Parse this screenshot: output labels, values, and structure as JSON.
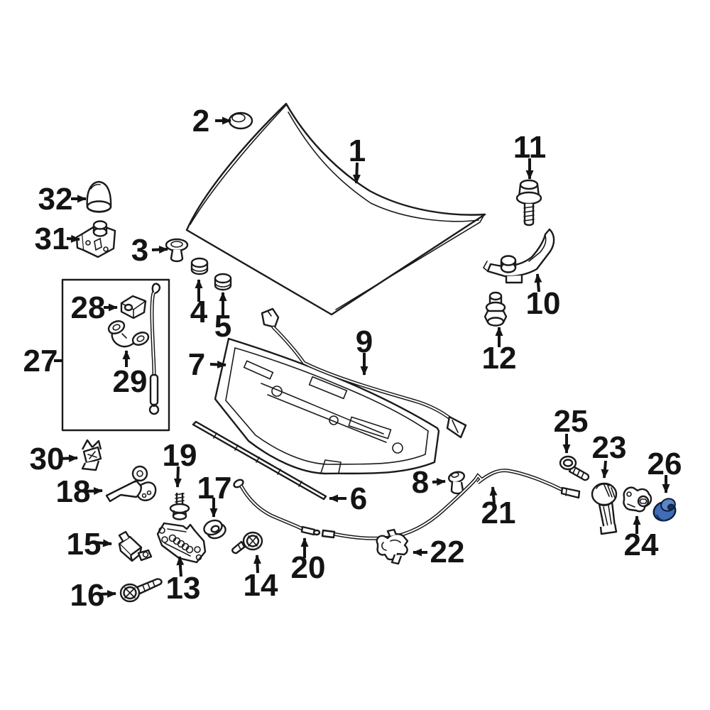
{
  "page": {
    "background": "#ffffff"
  },
  "diagram": {
    "type": "exploded-parts-diagram",
    "subject": "vehicle hood components",
    "line_color": "#1a1a1a",
    "highlight_color": "#3f6db6",
    "highlight_dark": "#16305e",
    "highlighted_label": "26",
    "labels": [
      "1",
      "2",
      "3",
      "4",
      "5",
      "6",
      "7",
      "8",
      "9",
      "10",
      "11",
      "12",
      "13",
      "14",
      "15",
      "16",
      "17",
      "18",
      "19",
      "20",
      "21",
      "22",
      "23",
      "24",
      "25",
      "26",
      "27",
      "28",
      "29",
      "30",
      "31",
      "32"
    ]
  }
}
